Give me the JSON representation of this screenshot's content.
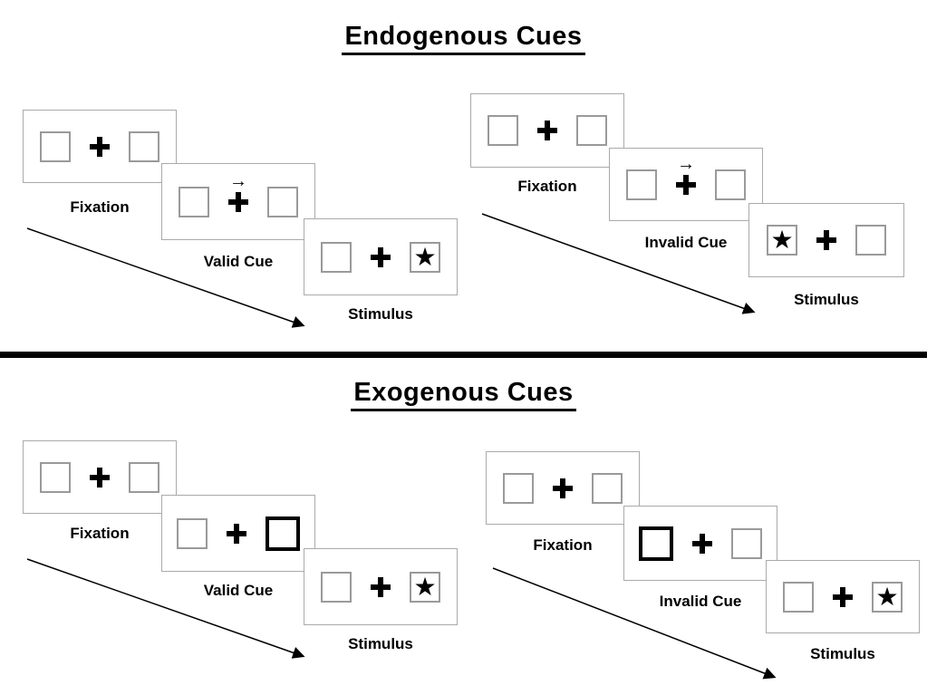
{
  "figure": {
    "background": "#ffffff",
    "ink": "#000000",
    "panel_border": "#aaaaaa",
    "box_border": "#9a9a9a"
  },
  "sections": [
    {
      "title": "Endogenous Cues",
      "groups": [
        {
          "name": "valid",
          "panels": [
            {
              "label": "Fixation",
              "left": "",
              "right": "",
              "cue": ""
            },
            {
              "label": "Valid Cue",
              "left": "",
              "right": "",
              "cue": "→"
            },
            {
              "label": "Stimulus",
              "left": "",
              "right": "★",
              "cue": ""
            }
          ]
        },
        {
          "name": "invalid",
          "panels": [
            {
              "label": "Fixation",
              "left": "",
              "right": "",
              "cue": ""
            },
            {
              "label": "Invalid Cue",
              "left": "",
              "right": "",
              "cue": "→"
            },
            {
              "label": "Stimulus",
              "left": "★",
              "right": "",
              "cue": ""
            }
          ]
        }
      ]
    },
    {
      "title": "Exogenous Cues",
      "groups": [
        {
          "name": "valid",
          "panels": [
            {
              "label": "Fixation",
              "left": "",
              "right": "",
              "cue": ""
            },
            {
              "label": "Valid Cue",
              "left": "",
              "right": "",
              "cue": "",
              "bold_box": "right"
            },
            {
              "label": "Stimulus",
              "left": "",
              "right": "★",
              "cue": ""
            }
          ]
        },
        {
          "name": "invalid",
          "panels": [
            {
              "label": "Fixation",
              "left": "",
              "right": "",
              "cue": ""
            },
            {
              "label": "Invalid Cue",
              "left": "",
              "right": "",
              "cue": "",
              "bold_box": "left"
            },
            {
              "label": "Stimulus",
              "left": "",
              "right": "★",
              "cue": ""
            }
          ]
        }
      ]
    }
  ]
}
